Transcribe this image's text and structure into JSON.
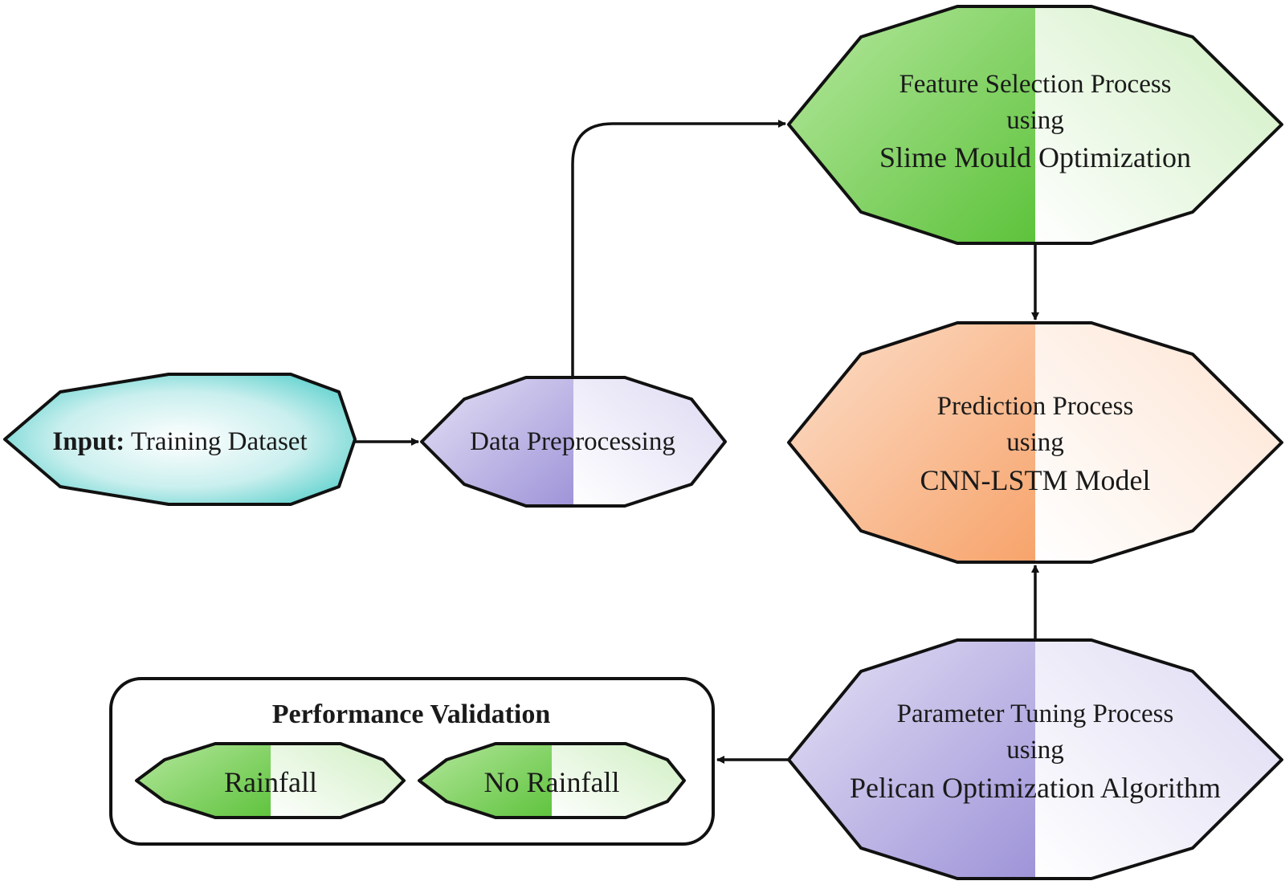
{
  "colors": {
    "input": "#4fcdc9",
    "purple": "#9d93d8",
    "green": "#6cc94a",
    "orange": "#f7a36a",
    "line": "#111111"
  },
  "nodes": {
    "input": {
      "bold": "Input:",
      "text": " Training Dataset"
    },
    "preprocessing": {
      "text": "Data Preprocessing"
    },
    "feature_selection": {
      "line1": "Feature Selection Process",
      "line2": "using",
      "line3": "Slime Mould Optimization"
    },
    "prediction": {
      "line1": "Prediction Process",
      "line2": "using",
      "line3": "CNN-LSTM Model"
    },
    "parameter_tuning": {
      "line1": "Parameter Tuning Process",
      "line2": "using",
      "line3": "Pelican Optimization Algorithm"
    }
  },
  "validation": {
    "title": "Performance Validation",
    "rainfall": "Rainfall",
    "no_rainfall": "No Rainfall"
  }
}
